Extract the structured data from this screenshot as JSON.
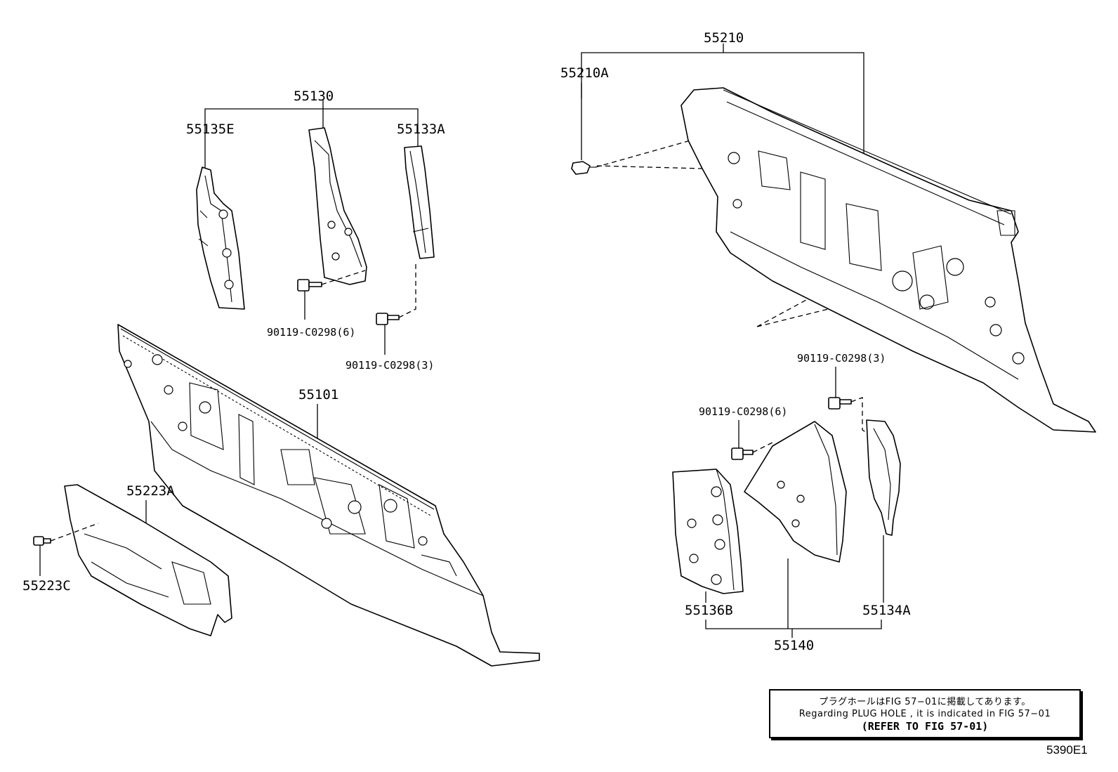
{
  "labels": {
    "p55130": "55130",
    "p55135E": "55135E",
    "p55133A": "55133A",
    "bolt_left_6": "90119-C0298(6)",
    "bolt_left_3": "90119-C0298(3)",
    "p55101": "55101",
    "p55223A": "55223A",
    "p55223C": "55223C",
    "p55210": "55210",
    "p55210A": "55210A",
    "bolt_right_3": "90119-C0298(3)",
    "bolt_right_6": "90119-C0298(6)",
    "p55136B": "55136B",
    "p55140": "55140",
    "p55134A": "55134A"
  },
  "note": {
    "line1": "プラグホールはFIG 57−01に掲載してあります。",
    "line2": "Regarding PLUG HOLE , it is indicated in FIG 57−01",
    "line3": "(REFER TO FIG 57-01)"
  },
  "figure_code": "5390E1"
}
